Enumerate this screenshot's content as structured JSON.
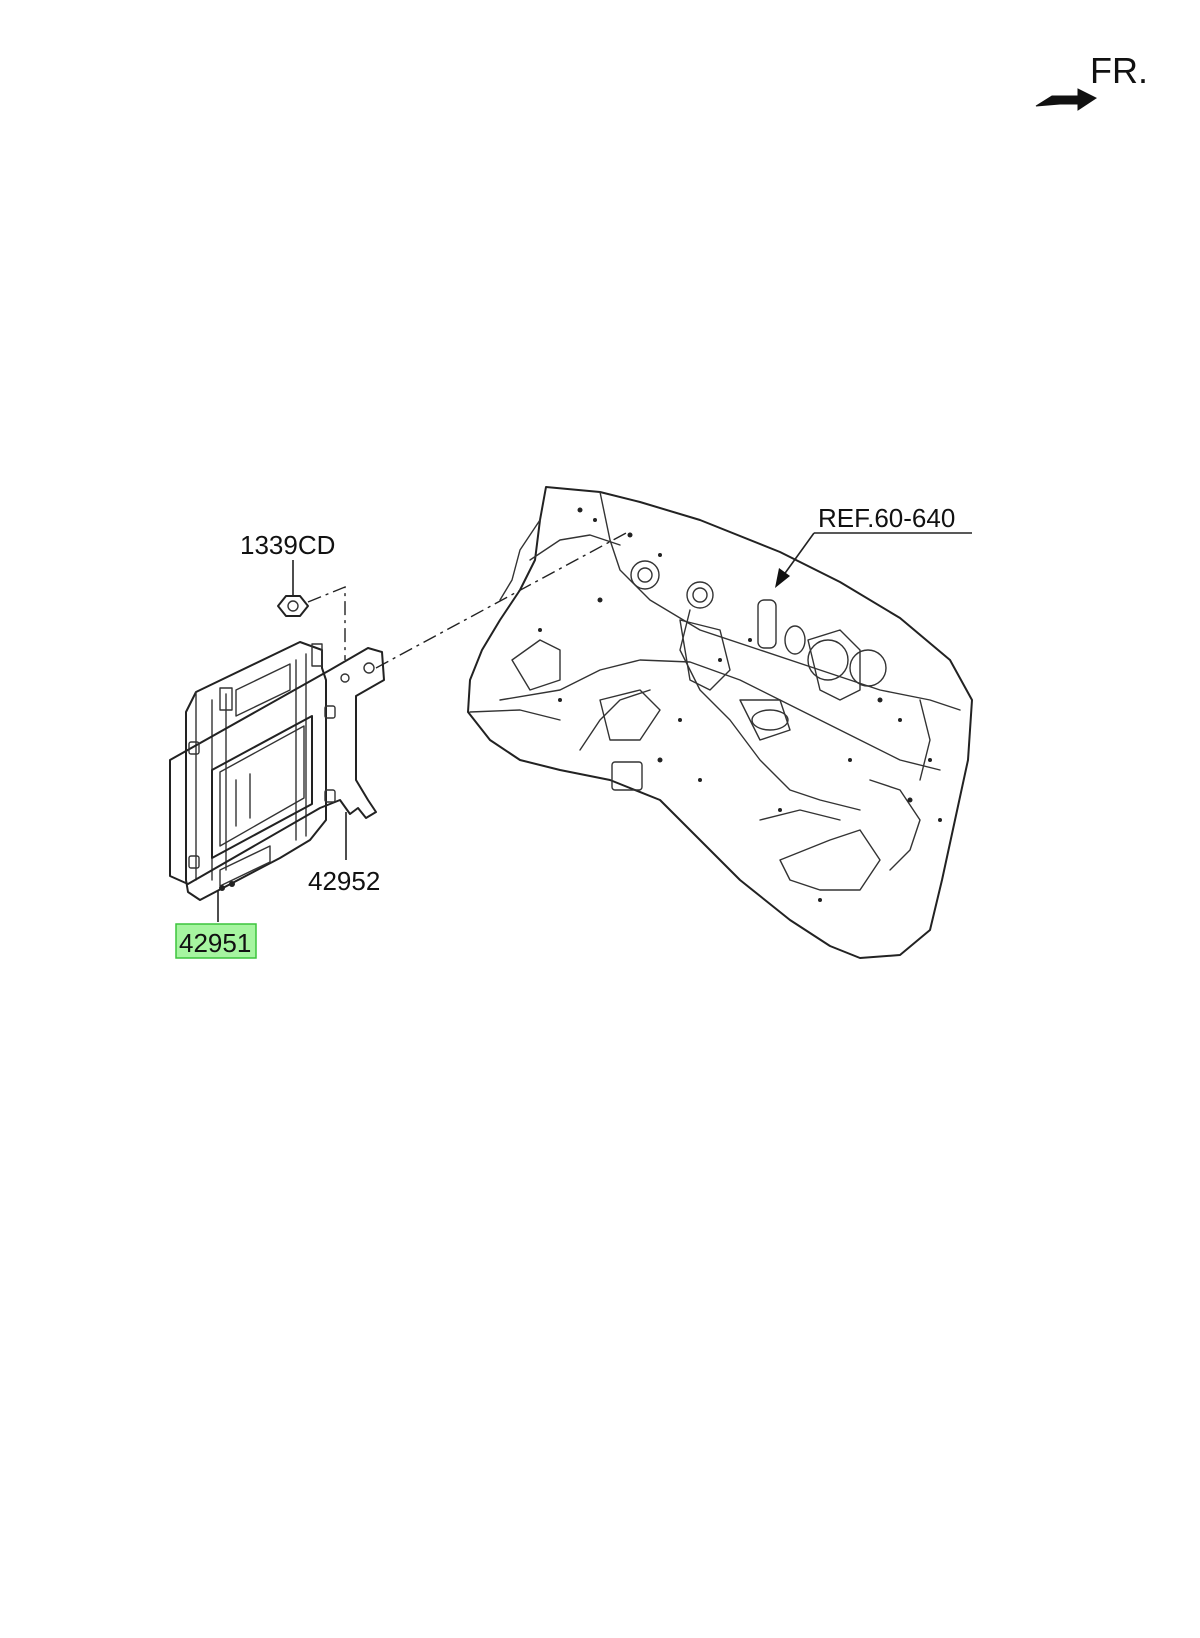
{
  "direction_indicator": {
    "label": "FR."
  },
  "callouts": {
    "nut": {
      "part_number": "1339CD"
    },
    "bracket": {
      "part_number": "42952"
    },
    "control_unit": {
      "part_number": "42951",
      "highlighted": true
    },
    "dash_panel": {
      "reference": "REF.60-640"
    }
  },
  "colors": {
    "highlight_fill": "#a6f5a0",
    "highlight_border": "#3cc43c",
    "line": "#222222"
  }
}
